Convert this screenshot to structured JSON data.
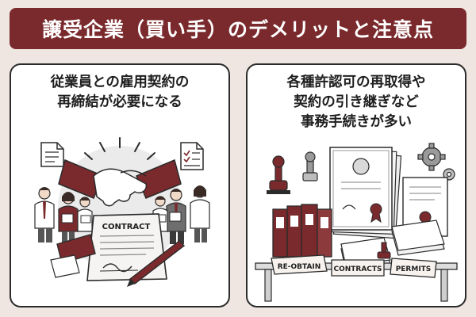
{
  "banner": {
    "title": "譲受企業（買い手）のデメリットと注意点"
  },
  "left_panel": {
    "heading_line1": "従業員との雇用契約の",
    "heading_line2": "再締結が必要になる",
    "contract_label": "CONTRACT"
  },
  "right_panel": {
    "heading_line1": "各種許認可の再取得や",
    "heading_line2": "契約の引き継ぎなど",
    "heading_line3": "事務手続きが多い",
    "tags": [
      "RE-OBTAIN",
      "CONTRACTS",
      "PERMITS"
    ]
  },
  "colors": {
    "accent": "#7a2a2c",
    "background": "#efe6e1",
    "panel": "#ffffff",
    "ink": "#1e1e1e"
  }
}
